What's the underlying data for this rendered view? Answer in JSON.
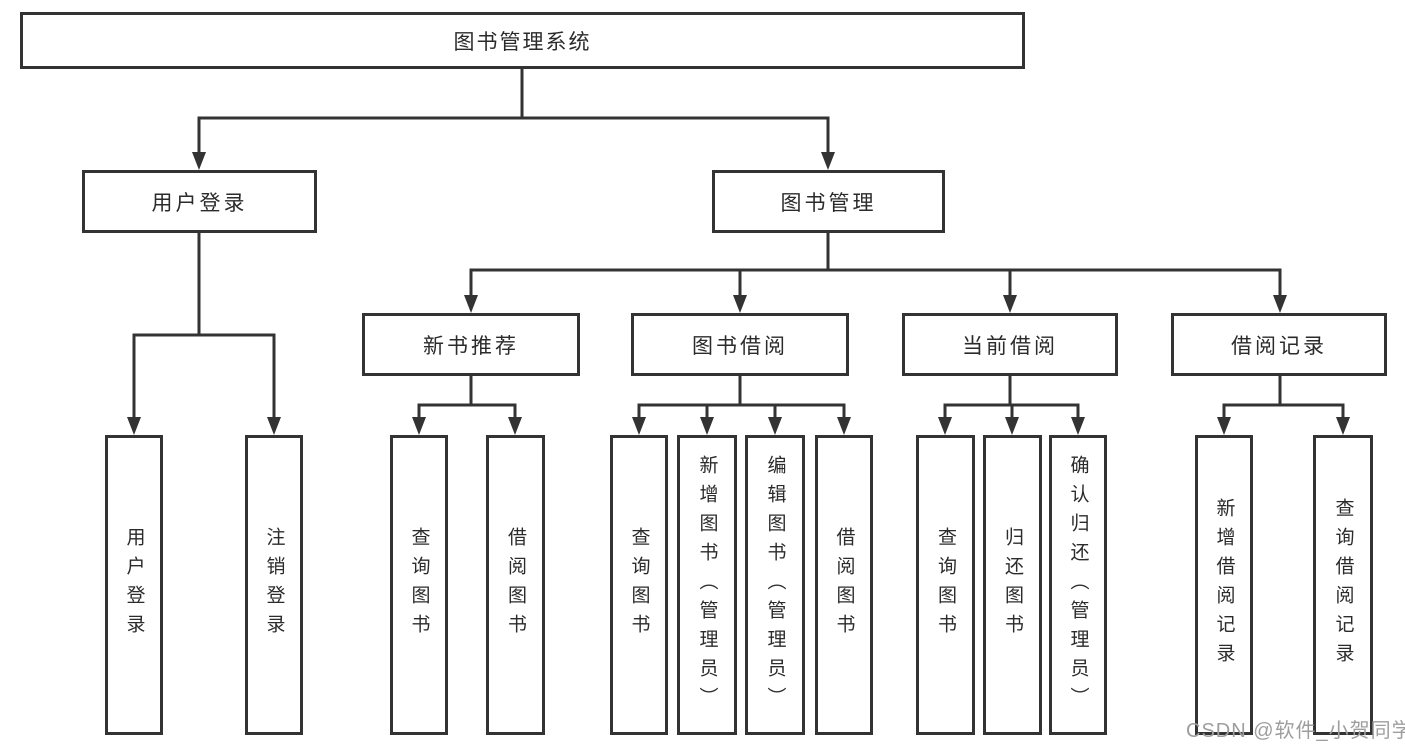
{
  "root": {
    "label": "图书管理系统"
  },
  "branches": [
    {
      "label": "用户登录",
      "children": [
        {
          "label": "用户登录"
        },
        {
          "label": "注销登录"
        }
      ]
    },
    {
      "label": "图书管理",
      "children": [
        {
          "label": "新书推荐",
          "children": [
            {
              "label": "查询图书"
            },
            {
              "label": "借阅图书"
            }
          ]
        },
        {
          "label": "图书借阅",
          "children": [
            {
              "label": "查询图书"
            },
            {
              "label": "新增图书（管理员）"
            },
            {
              "label": "编辑图书（管理员）"
            },
            {
              "label": "借阅图书"
            }
          ]
        },
        {
          "label": "当前借阅",
          "children": [
            {
              "label": "查询图书"
            },
            {
              "label": "归还图书"
            },
            {
              "label": "确认归还（管理员）"
            }
          ]
        },
        {
          "label": "借阅记录",
          "children": [
            {
              "label": "新增借阅记录"
            },
            {
              "label": "查询借阅记录"
            }
          ]
        }
      ]
    }
  ],
  "watermark": {
    "text": "CSDN @软件_小贺同学"
  },
  "colors": {
    "line": "#333333",
    "text": "#2b2b2b",
    "watermark": "#9e9e9e",
    "background": "#ffffff"
  }
}
